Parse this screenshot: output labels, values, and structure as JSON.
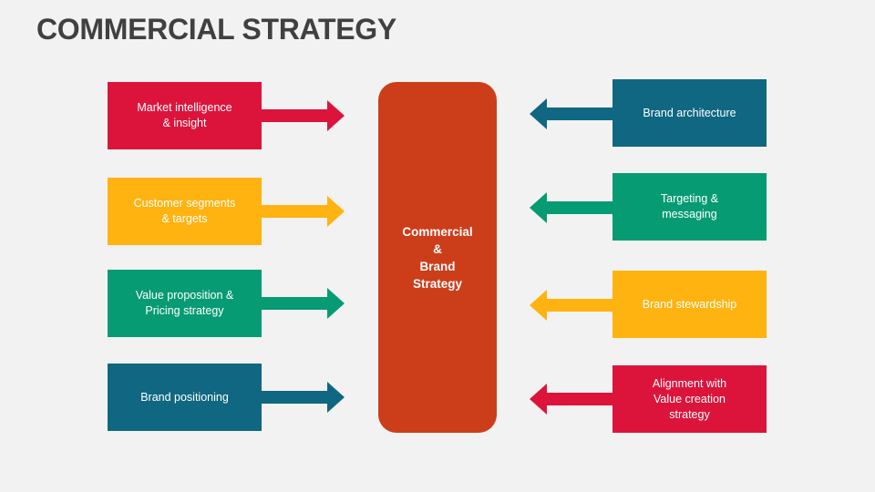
{
  "title": "COMMERCIAL STRATEGY",
  "center": {
    "label": "Commercial\n&\nBrand\nStrategy",
    "color": "#cc3d1a"
  },
  "left_items": [
    {
      "label": "Market intelligence\n& insight",
      "color": "#dc143c"
    },
    {
      "label": "Customer segments\n& targets",
      "color": "#ffb310"
    },
    {
      "label": "Value proposition &\nPricing strategy",
      "color": "#079b73"
    },
    {
      "label": "Brand positioning",
      "color": "#106781"
    }
  ],
  "right_items": [
    {
      "label": "Brand architecture",
      "color": "#106781"
    },
    {
      "label": "Targeting &\nmessaging",
      "color": "#079b73"
    },
    {
      "label": "Brand stewardship",
      "color": "#ffb310"
    },
    {
      "label": "Alignment with\nValue creation\nstrategy",
      "color": "#dc143c"
    }
  ]
}
